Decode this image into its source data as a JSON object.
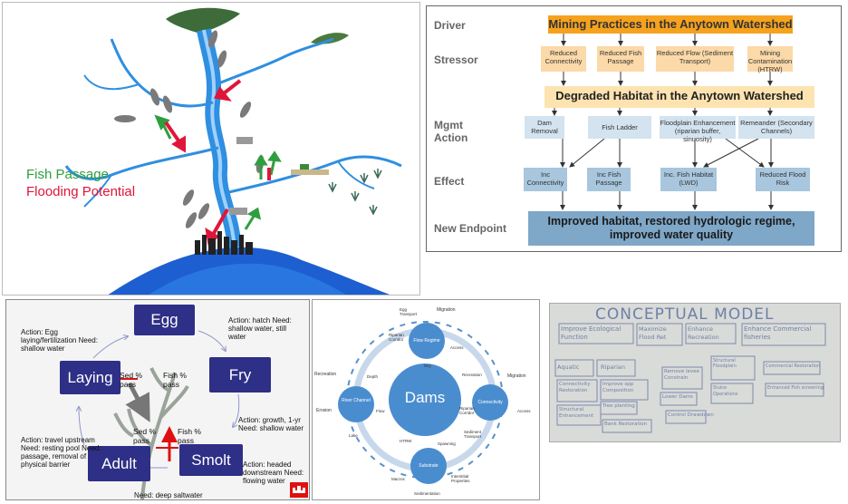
{
  "passage_panel": {
    "legend_fish_passage": "Fish Passage",
    "legend_flooding": "Flooding Potential",
    "colors": {
      "passage": "#2e9e3e",
      "flooding": "#e0153a",
      "river": "#2f8fe0"
    }
  },
  "flow_panel": {
    "row_labels": {
      "driver": "Driver",
      "stressor": "Stressor",
      "mgmt": "Mgmt Action",
      "effect": "Effect",
      "endpoint": "New Endpoint"
    },
    "driver": "Mining Practices in the Anytown Watershed",
    "stressors": [
      "Reduced Connectivity",
      "Reduced Fish Passage",
      "Reduced Flow (Sediment Transport)",
      "Mining Contamination (HTRW)"
    ],
    "habitat": "Degraded Habitat in the Anytown Watershed",
    "actions": [
      "Dam Removal",
      "Fish Ladder",
      "Floodplain Enhancement (riparian buffer, sinuosity)",
      "Remeander (Secondary Channels)"
    ],
    "effects": [
      "Inc Connectivity",
      "Inc Fish Passage",
      "Inc. Fish Habitat (LWD)",
      "Reduced Flood Risk"
    ],
    "endpoint": "Improved habitat, restored hydrologic regime, improved water quality"
  },
  "lifecycle_panel": {
    "stages": {
      "egg": "Egg",
      "fry": "Fry",
      "smolt": "Smolt",
      "adult": "Adult",
      "laying": "Laying"
    },
    "notes": {
      "egg": "Action: Egg laying/fertilization Need: shallow water",
      "fry": "Action: hatch Need: shallow water, still water",
      "smolt1": "Action: growth, 1-yr Need: shallow water",
      "smolt2": "Action: headed downstream Need: flowing water",
      "adult": "Action: travel upstream Need: resting pool Need: passage, removal of physical barrier",
      "bottom": "Need: deep saltwater"
    },
    "pass_labels": {
      "sed1": "Sed % pass",
      "fish1": "Fish % pass",
      "sed2": "Sed % pass",
      "fish2": "Fish % pass"
    }
  },
  "dams_panel": {
    "center": "Dams",
    "nodes": {
      "top": "Flow Regime",
      "left": "River Channel",
      "right": "Connectivity",
      "bottom": "Substrate"
    },
    "labels": {
      "egg": "Egg Transport",
      "migration_top": "Migration",
      "riparian_corridor": "Riparian Corridor",
      "access_top": "Access",
      "wq": "WQ",
      "recreation_left": "Recreation",
      "depth": "Depth",
      "recreation_right": "Recreation",
      "migration_right": "Migration",
      "erosion": "Erosion",
      "flow": "Flow",
      "riparian_right": "Riparian Corridor",
      "access_right": "Access",
      "lake": "Lake",
      "sediment_transport": "Sediment Transport",
      "htrw": "HTRW",
      "spawning": "Spawning",
      "macros": "Macros",
      "interstitial": "Interstitial Properties",
      "sedimentation": "Sedimentation"
    }
  },
  "whiteboard_panel": {
    "title": "CONCEPTUAL MODEL",
    "items": [
      "Improve Ecological Function",
      "Maximize Flood Ret",
      "Enhance Recreation",
      "Enhance Commercial fisheries",
      "Aquatic",
      "Riparian",
      "Connectivity Restoration",
      "Improve spp Composition",
      "Tree planting",
      "Structural Enhancement",
      "Bank Restoration",
      "Remove levee Constrain",
      "Lower Dams",
      "Control Drawdown",
      "Structural Floodplain",
      "Sluice Operations",
      "Commercial Restoration",
      "Enhanced Fish screening"
    ]
  }
}
